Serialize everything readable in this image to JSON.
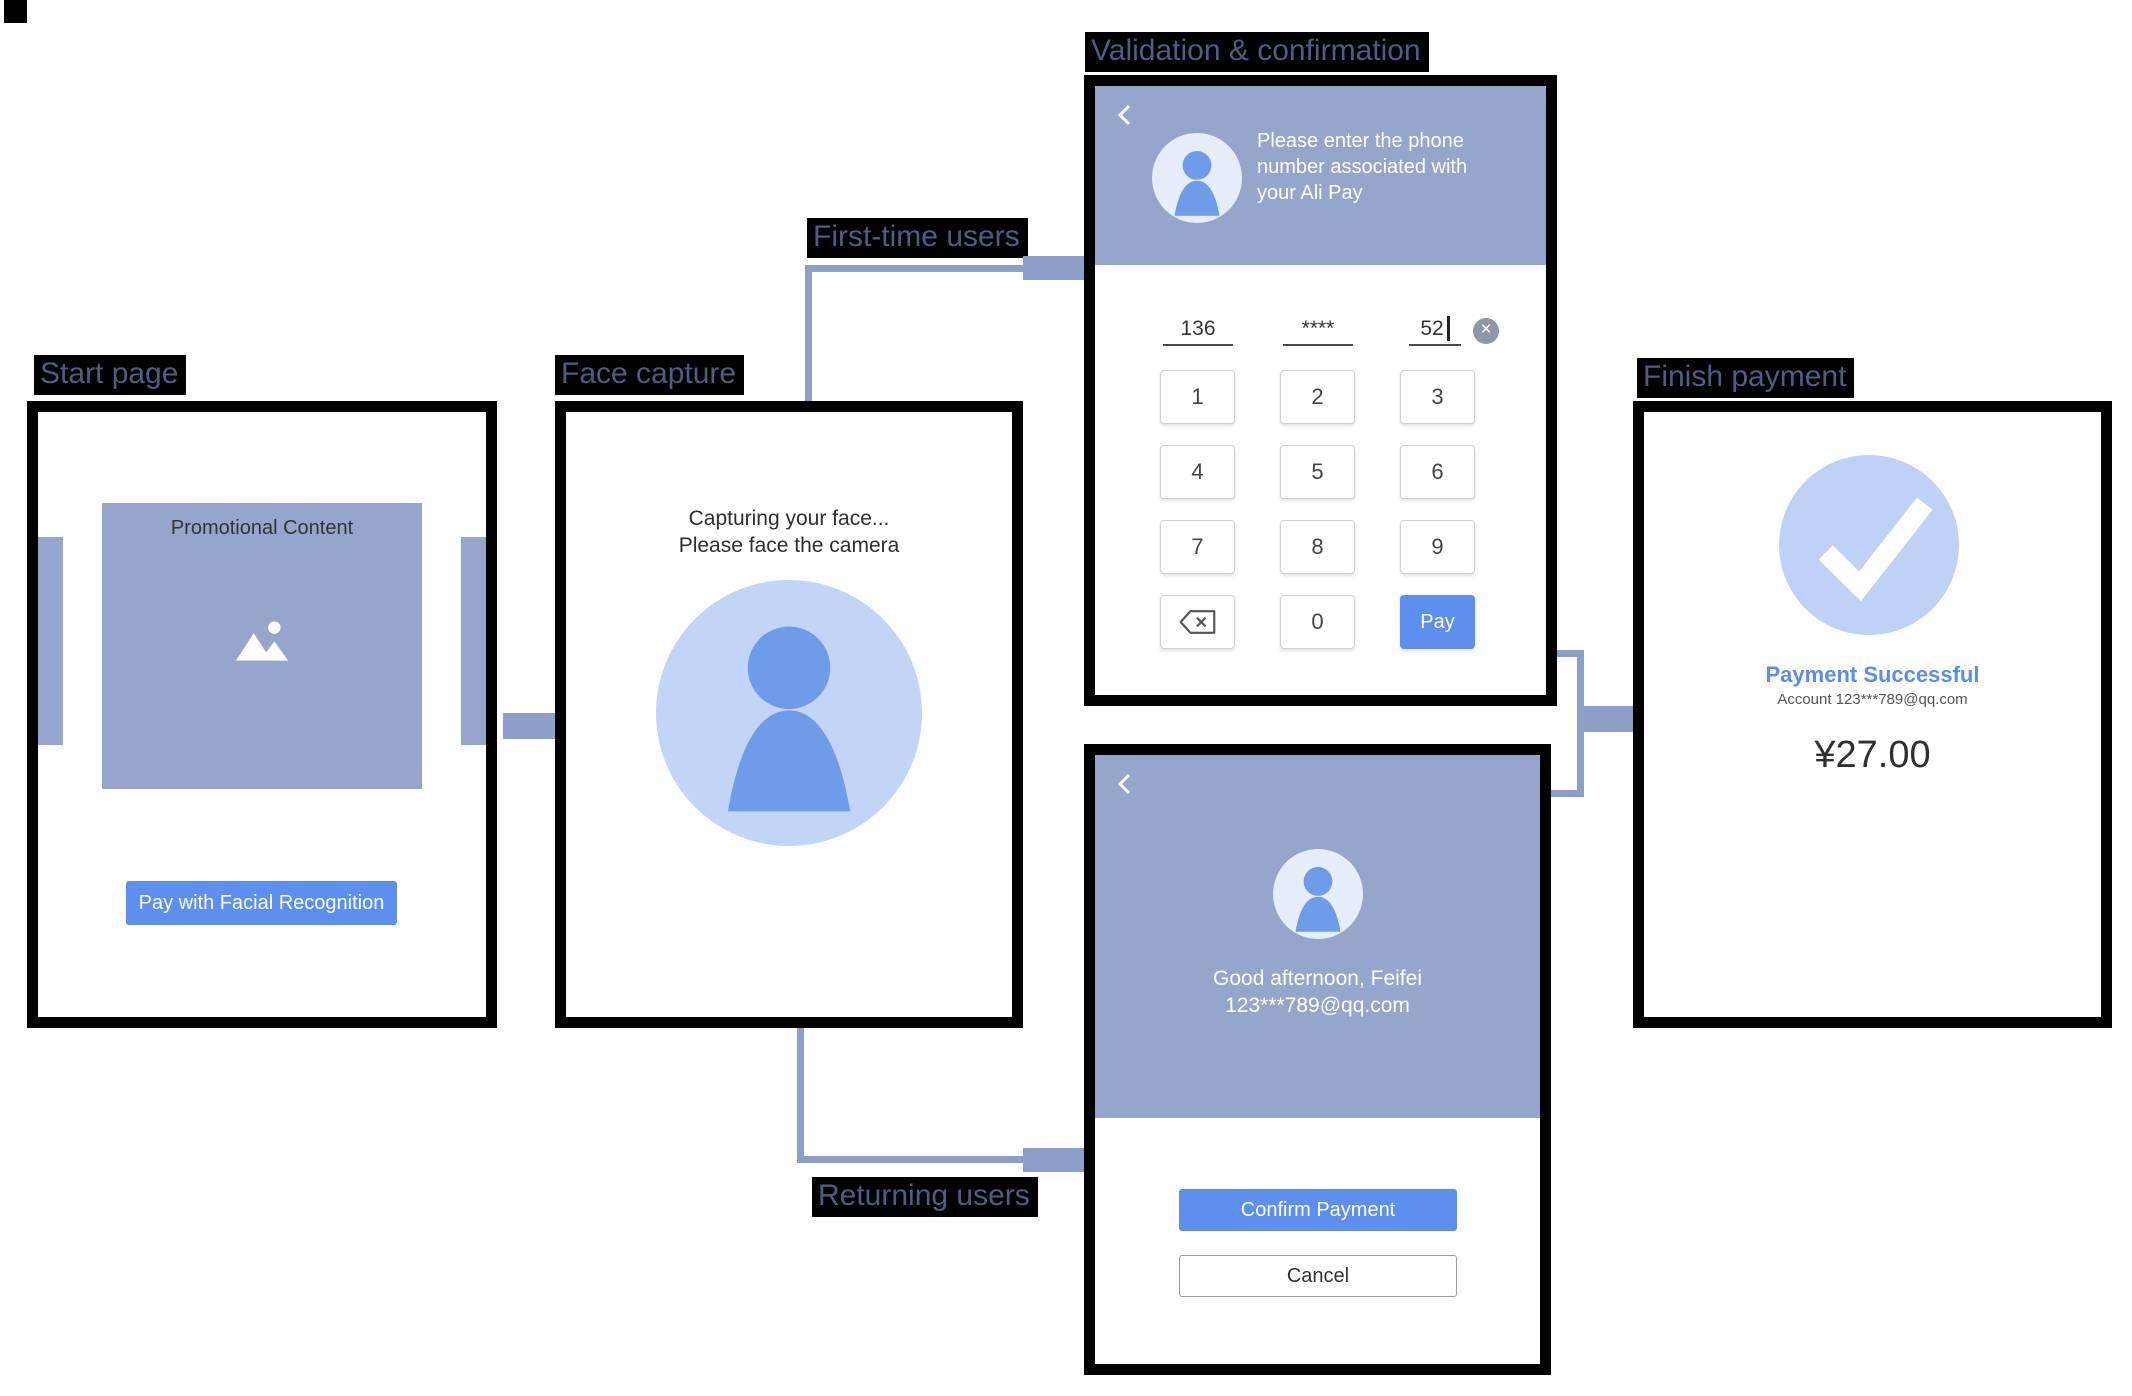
{
  "labels": {
    "start_page": "Start page",
    "face_capture": "Face capture",
    "validation": "Validation & confirmation",
    "first_time_users": "First-time users",
    "returning_users": "Returning users",
    "finish_payment": "Finish payment"
  },
  "start": {
    "promo_label": "Promotional Content",
    "pay_button": "Pay with Facial Recognition"
  },
  "face": {
    "line1": "Capturing your face...",
    "line2": "Please face the camera"
  },
  "validation": {
    "prompt": "Please enter the phone number associated with your Ali Pay",
    "phone": {
      "part1": "136",
      "part2": "****",
      "part3": "52"
    },
    "keys": [
      "1",
      "2",
      "3",
      "4",
      "5",
      "6",
      "7",
      "8",
      "9"
    ],
    "key_zero": "0",
    "pay_label": "Pay"
  },
  "returning": {
    "greeting": "Good afternoon, Feifei",
    "account": "123***789@qq.com",
    "confirm_button": "Confirm Payment",
    "cancel_button": "Cancel"
  },
  "finish": {
    "title": "Payment Successful",
    "account": "Account 123***789@qq.com",
    "amount": "¥27.00"
  },
  "icons": {
    "clear": "×"
  },
  "colors": {
    "panel": "#96a5cc",
    "accent_blue": "#5d8fee",
    "person_blue": "#6f9ce9",
    "light_circle": "#c3d5f6",
    "connector": "#8d9fc9",
    "success_text": "#5b8def"
  }
}
